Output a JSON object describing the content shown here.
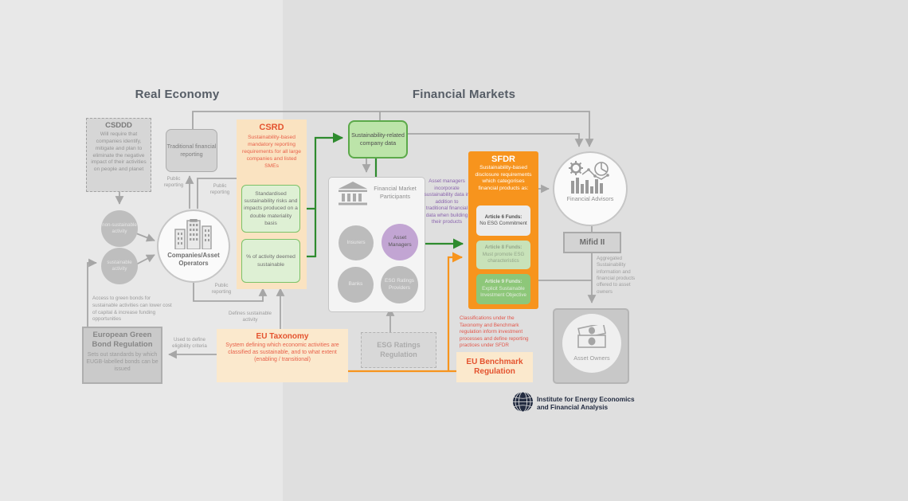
{
  "headers": {
    "real_economy": "Real Economy",
    "financial_markets": "Financial Markets"
  },
  "csddd": {
    "title": "CSDDD",
    "body": "Will require that companies identify, mitigate and plan to eliminate the negative impact of their activities on people and planet"
  },
  "traditional_reporting": {
    "label": "Traditional financial reporting"
  },
  "csrd": {
    "title": "CSRD",
    "body": "Sustainability-based mandatory reporting requirements for all large companies and listed SMEs",
    "box_standardised": "Standardised sustainability risks and impacts produced on a double materiality basis",
    "box_percent": "% of activity deemed sustainable"
  },
  "company_data": {
    "label": "Sustainability-related company data"
  },
  "activity_circles": {
    "non_sustainable": "non-sustainable activity",
    "sustainable": "sustainable activity"
  },
  "companies": {
    "label": "Companies/Asset Operators"
  },
  "labels": {
    "public_reporting_1": "Public reporting",
    "public_reporting_2": "Public reporting",
    "public_reporting_3": "Public reporting",
    "defines_sustainable": "Defines sustainable activity",
    "used_to_define": "Used to define eligibility criteria",
    "access_green_bonds": "Access to green bonds for sustainable activities can lower cost of capital & increase funding opportunities",
    "asset_managers_note": "Asset managers incorporate sustainability data in addition to traditional financial data when building their products",
    "aggregated_note": "Aggregated Sustainability information and financial products offered to asset owners",
    "classifications_note": "Classifications under the Taxonomy and Benchmark regulation inform investment processes and define reporting practices under SFDR"
  },
  "fmp": {
    "title": "Financial Market Participants",
    "insurers": "Insurers",
    "asset_managers": "Asset Managers",
    "banks": "Banks",
    "esg_ratings_providers": "ESG Ratings Providers"
  },
  "sfdr": {
    "title": "SFDR",
    "body": "Sustainability-based disclosure requirements which categorises financial products as:",
    "article6_title": "Article 6 Funds:",
    "article6_body": "No ESG Commitment",
    "article8_title": "Article 8 Funds:",
    "article8_body": "Must promote ESG characteristics",
    "article9_title": "Article 9 Funds:",
    "article9_body": "Explicit Sustainable Investment Objective"
  },
  "advisors": {
    "label": "Financial Advisors"
  },
  "mifid": {
    "label": "Mifid II"
  },
  "asset_owners": {
    "label": "Asset Owners"
  },
  "egbr": {
    "title": "European Green Bond Regulation",
    "body": "Sets out standards by which EUGB-labelled bonds can be issued"
  },
  "eu_taxonomy": {
    "title": "EU Taxonomy",
    "body": "System defining which economic activities are classified as sustainable, and to what extent (enabling / transitional)"
  },
  "esg_ratings_regulation": {
    "label": "ESG Ratings Regulation"
  },
  "eu_benchmark": {
    "label": "EU Benchmark Regulation"
  },
  "logo": {
    "line1": "Institute for Energy Economics",
    "line2": "and Financial Analysis"
  },
  "colors": {
    "accent_orange": "#f7941d",
    "accent_green_line": "#2e8b2e",
    "accent_red_text": "#e4532f",
    "accent_purple_text": "#8a64ad",
    "gray_line": "#a6a6a6"
  }
}
